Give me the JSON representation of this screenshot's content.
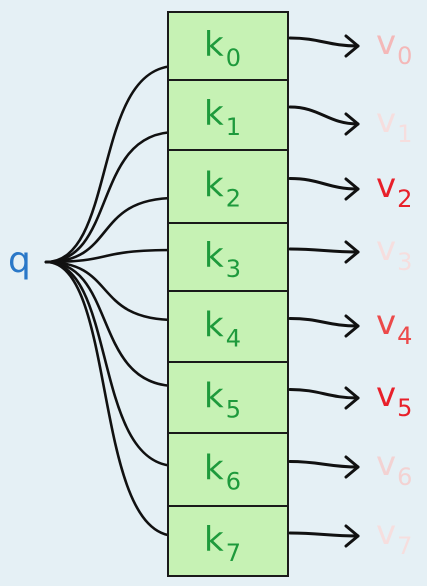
{
  "query": {
    "label": "q"
  },
  "keys": [
    {
      "base": "k",
      "sub": "0"
    },
    {
      "base": "k",
      "sub": "1"
    },
    {
      "base": "k",
      "sub": "2"
    },
    {
      "base": "k",
      "sub": "3"
    },
    {
      "base": "k",
      "sub": "4"
    },
    {
      "base": "k",
      "sub": "5"
    },
    {
      "base": "k",
      "sub": "6"
    },
    {
      "base": "k",
      "sub": "7"
    }
  ],
  "values": [
    {
      "base": "v",
      "sub": "0",
      "color": "#f4b8b8"
    },
    {
      "base": "v",
      "sub": "1",
      "color": "#f6dede"
    },
    {
      "base": "v",
      "sub": "2",
      "color": "#e8202a"
    },
    {
      "base": "v",
      "sub": "3",
      "color": "#f6dede"
    },
    {
      "base": "v",
      "sub": "4",
      "color": "#ec4a4a"
    },
    {
      "base": "v",
      "sub": "5",
      "color": "#e8202a"
    },
    {
      "base": "v",
      "sub": "6",
      "color": "#f3d2d2"
    },
    {
      "base": "v",
      "sub": "7",
      "color": "#f6dede"
    }
  ],
  "colors": {
    "background": "#e5f0f5",
    "key_fill": "#c6f2b4",
    "key_text": "#1e9a3c",
    "query_text": "#2a78c8",
    "lines": "#111111"
  }
}
